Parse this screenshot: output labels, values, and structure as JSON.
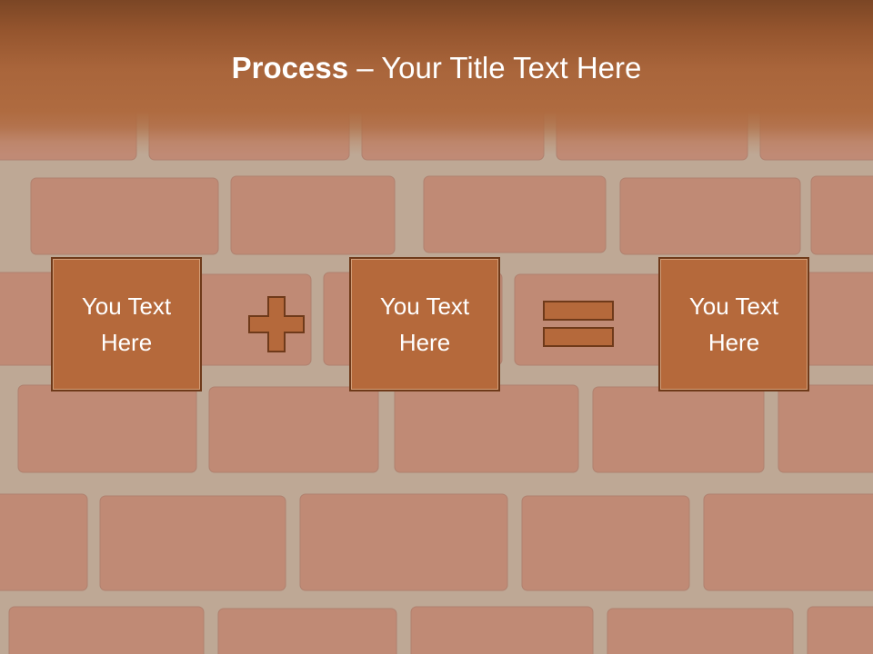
{
  "slide": {
    "title": {
      "bold": "Process",
      "rest": " – Your Title Text Here"
    },
    "boxes": [
      {
        "label": "You Text Here"
      },
      {
        "label": "You Text Here"
      },
      {
        "label": "You Text Here"
      }
    ],
    "operators": [
      "plus",
      "equals"
    ],
    "colors": {
      "header": "#a9653b",
      "box_fill": "#b5693b",
      "box_border": "#6f3a1a",
      "title_text": "#ffffff"
    }
  }
}
